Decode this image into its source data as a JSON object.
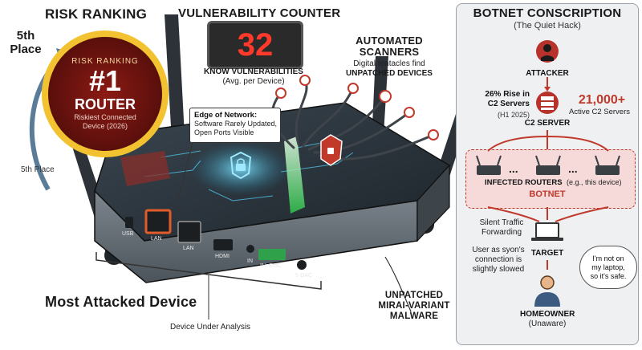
{
  "ranking": {
    "title": "RISK RANKING",
    "fifth_place_top": "5th\nPlace",
    "fifth_place_bottom": "5th Place",
    "badge_label": "RISK RANKING",
    "badge_rank": "#1",
    "badge_device": "ROUTER",
    "badge_subtitle": "Riskiest Connected\nDevice (2026)"
  },
  "counter": {
    "title": "VULNERABILITY COUNTER",
    "value": "32",
    "label": "KNOW VULNERABILITIES",
    "sublabel": "(Avg. per Device)"
  },
  "scanners": {
    "title": "AUTOMATED\nSCANNERS",
    "line1": "Digital tentacles find",
    "line2": "UNPATCHED DEVICES"
  },
  "edge_callout": {
    "title": "Edge of Network:",
    "text": "Software Rarely Updated,\nOpen Ports Visible"
  },
  "ports": {
    "usb": "USB",
    "lan1": "LAN",
    "lan2": "LAN",
    "hdmi": "HDMI",
    "in": "IN",
    "terminal": "IN=E=IC",
    "dc": "5-DAC"
  },
  "bottom": {
    "most_attacked": "Most Attacked Device",
    "device_under_analysis": "Device Under Analysis",
    "malware": "UNPATCHED\nMIRAI-VARIANT\nMALWARE"
  },
  "botnet": {
    "title": "BOTNET CONSCRIPTION",
    "subtitle": "(The Quiet Hack)",
    "attacker": "ATTACKER",
    "rise_text": "26% Rise in\nC2 Servers",
    "rise_period": "(H1 2025)",
    "c2_server": "C2 SERVER",
    "count": "21,000+",
    "count_label": "Active C2 Servers",
    "dots": "...",
    "infected": "INFECTED ROUTERS",
    "infected_note": "(e.g., this device)",
    "botnet_label": "BOTNET",
    "silent": "Silent Traffic\nForwarding",
    "target": "TARGET",
    "slowed": "User as syon's\nconnection is\nslightly slowed",
    "speech": "I'm not on\nmy laptop,\nso it's safe.",
    "homeowner": "HOMEOWNER",
    "homeowner_note": "(Unaware)"
  },
  "colors": {
    "accent_red": "#c0392b",
    "counter_red": "#ff3a2a",
    "badge_gold": "#f2c230",
    "panel_bg": "#eef0f2",
    "green_signal": "#3fd45a"
  },
  "icons": [
    "lock-shield-icon",
    "alert-shield-icon",
    "hacker-icon",
    "server-icon",
    "router-icon",
    "laptop-icon",
    "person-icon"
  ]
}
